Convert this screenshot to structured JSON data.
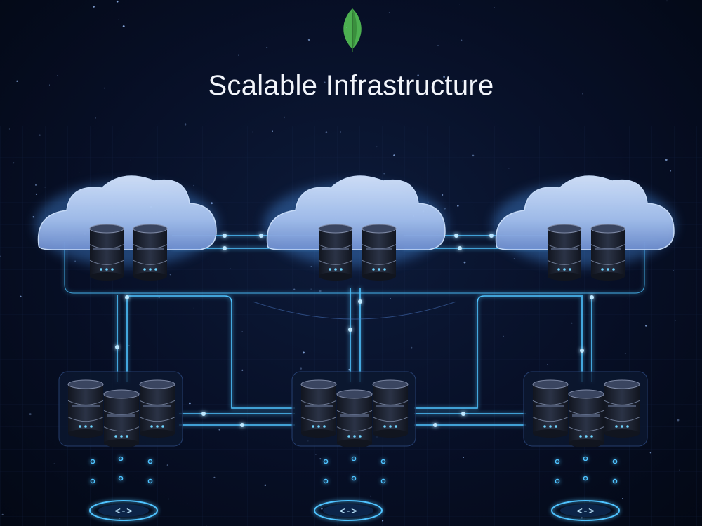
{
  "title": "Scalable Infrastructure",
  "logo_icon": "leaf-icon",
  "colors": {
    "leaf": "#4caf50",
    "glow": "#4fc3ff",
    "background": "#070f26",
    "server": "#1d2433",
    "cloud": "#a9c6f2"
  },
  "clouds": [
    {
      "name": "cloud-node-left"
    },
    {
      "name": "cloud-node-center"
    },
    {
      "name": "cloud-node-right"
    }
  ],
  "server_clusters": [
    {
      "name": "server-cluster-left"
    },
    {
      "name": "server-cluster-center"
    },
    {
      "name": "server-cluster-right"
    }
  ],
  "endpoints": [
    {
      "name": "code-endpoint-left",
      "symbol": "<->"
    },
    {
      "name": "code-endpoint-center",
      "symbol": "<->"
    },
    {
      "name": "code-endpoint-right",
      "symbol": "<->"
    }
  ]
}
